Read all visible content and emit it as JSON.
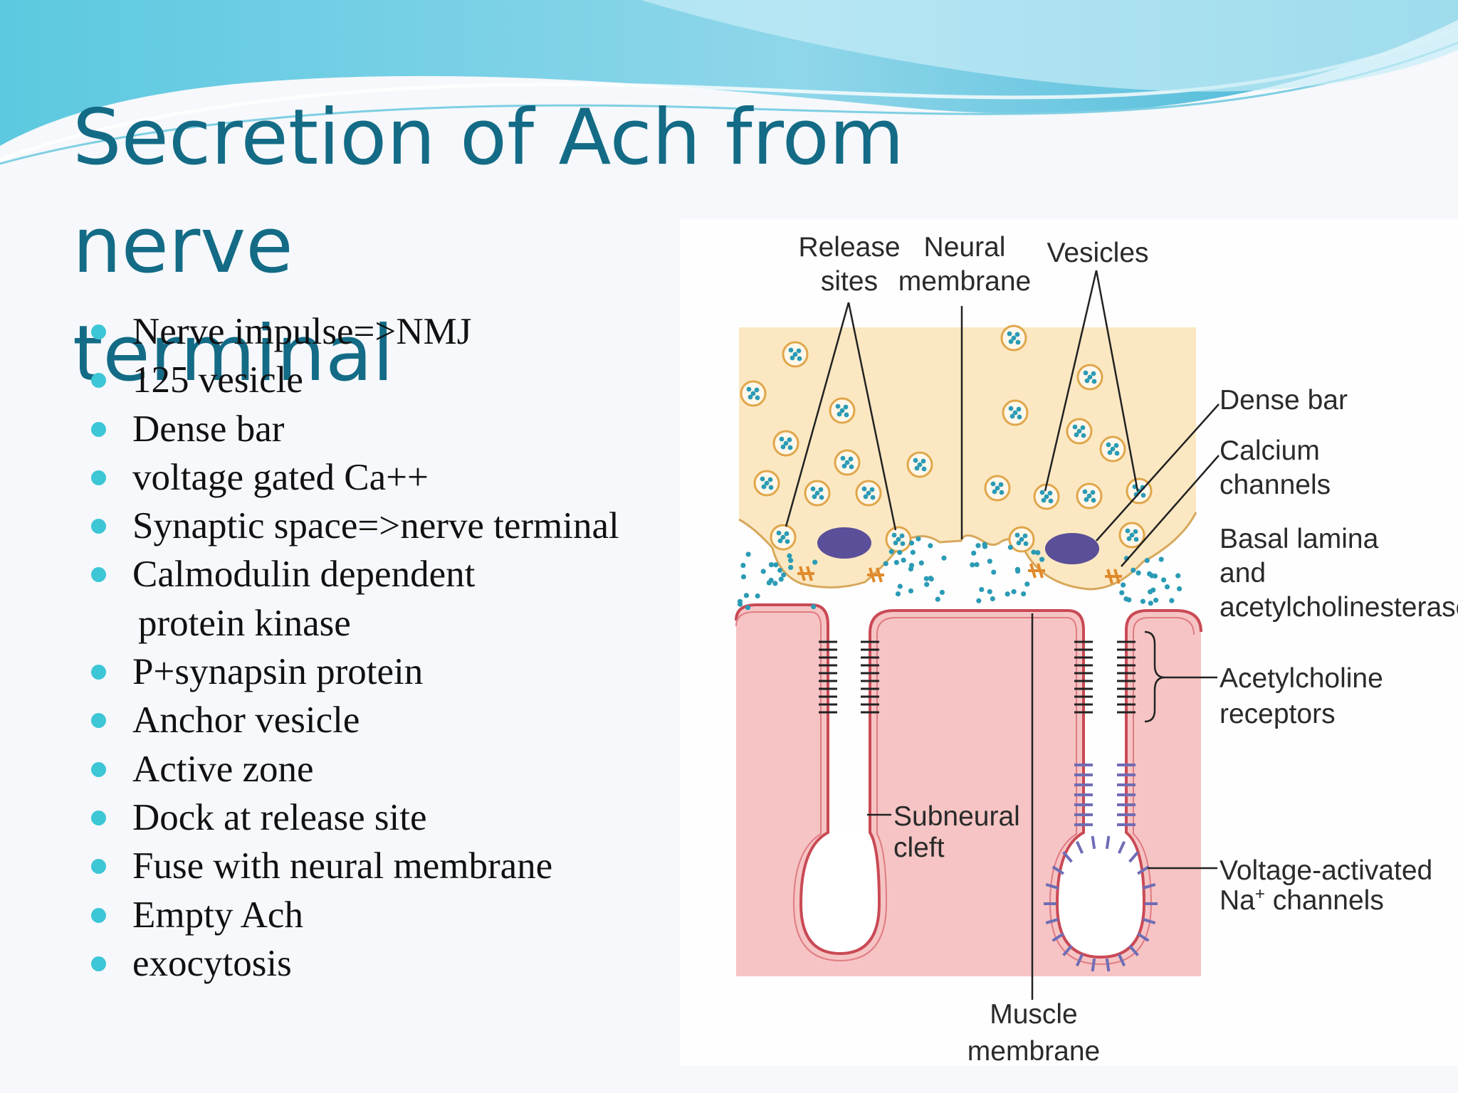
{
  "slide": {
    "title_line1": "Secretion of Ach from nerve",
    "title_line2": "terminal",
    "bullets": [
      "Nerve impulse=>NMJ",
      "125 vesicle",
      "Dense bar",
      "voltage gated Ca++",
      "Synaptic space=>nerve terminal",
      "Calmodulin dependent",
      "P+synapsin protein",
      "Anchor vesicle",
      "Active zone",
      "Dock at release site",
      "Fuse with neural membrane",
      "Empty Ach",
      "exocytosis"
    ],
    "bullet_continuation": "protein kinase"
  },
  "diagram": {
    "labels": {
      "release_sites_1": "Release",
      "release_sites_2": "sites",
      "neural_membrane_1": "Neural",
      "neural_membrane_2": "membrane",
      "vesicles": "Vesicles",
      "dense_bar": "Dense bar",
      "calcium_1": "Calcium",
      "calcium_2": "channels",
      "basal_1": "Basal lamina",
      "basal_2": "and",
      "basal_3": "acetylcholinesterase",
      "ach_receptors_1": "Acetylcholine",
      "ach_receptors_2": "receptors",
      "subneural_1": "Subneural",
      "subneural_2": "cleft",
      "na_channels_1": "Voltage-activated",
      "na_channels_2a": "Na",
      "na_channels_sup": "+",
      "na_channels_2b": " channels",
      "muscle_membrane_1": "Muscle",
      "muscle_membrane_2": "membrane"
    }
  },
  "colors": {
    "title": "#136b86",
    "bullet_dot": "#3cc6d6",
    "nerve_terminal": "#fbe8c2",
    "muscle": "#f6c4c4",
    "membrane": "#c94a55",
    "dense_bar": "#5a4f98",
    "vesicle_dot": "#2b9bb5",
    "calcium_channel": "#e08a2c",
    "na_channel": "#6f6db5"
  }
}
